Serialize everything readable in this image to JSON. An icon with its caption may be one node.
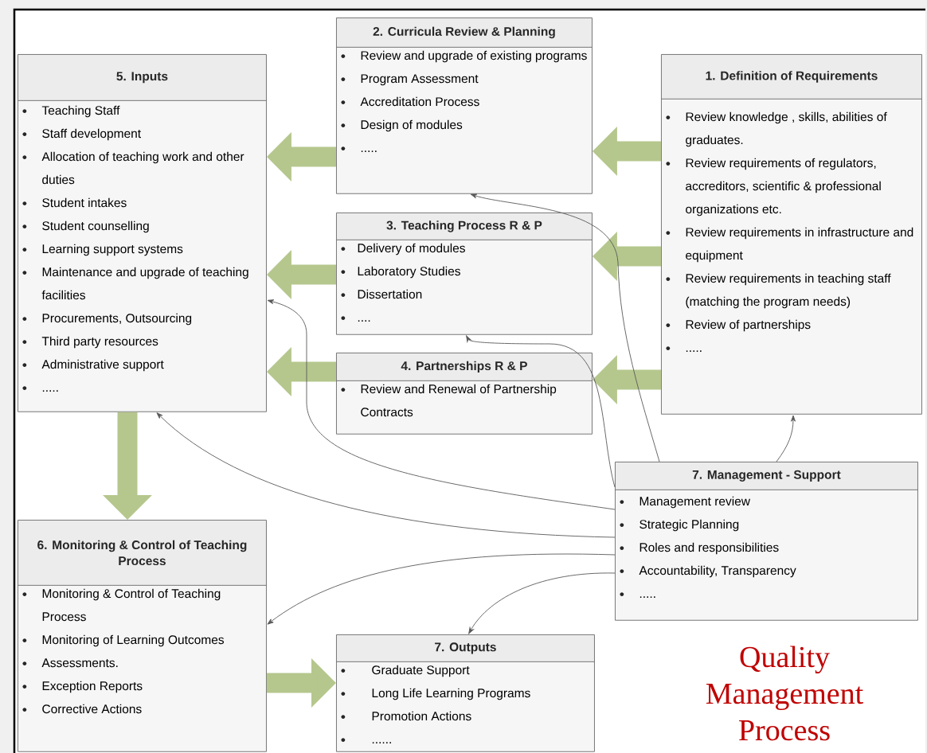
{
  "diagram": {
    "title": "Quality Management Process",
    "nodes": [
      {
        "text": [
          "5. Inputs",
          "Teaching Staff",
          "Staff development",
          "Allocation of teaching work and other duties",
          "Student intakes",
          "Student counselling",
          "Learning support systems",
          "Maintenance and upgrade of teaching facilities",
          "Procurements, Outsourcing",
          "Third party resources",
          "Administrative support",
          "....."
        ]
      },
      {
        "text": [
          "2. Curricula Review & Planning",
          "Review and upgrade of existing programs",
          "Program Assessment",
          "Accreditation Process",
          "Design of modules",
          "....."
        ]
      },
      {
        "text": [
          "1. Definition of Requirements",
          "Review knowledge , skills, abilities of graduates.",
          "Review requirements of regulators, accreditors, scientific & professional organizations etc.",
          "Review requirements in infrastructure and equipment",
          "Review requirements in teaching staff (matching the program needs)",
          "Review of partnerships",
          "....."
        ]
      },
      {
        "text": [
          "3. Teaching Process R & P",
          "Delivery of modules",
          "Laboratory Studies",
          "Dissertation",
          "...."
        ]
      },
      {
        "text": [
          "4. Partnerships R & P",
          "Review and Renewal of Partnership Contracts"
        ]
      },
      {
        "text": [
          "7. Management - Support",
          "Management review",
          "Strategic Planning",
          "Roles and responsibilities",
          "Accountability, Transparency",
          "....."
        ]
      },
      {
        "text": [
          "6. Monitoring & Control of Teaching Process",
          "Monitoring & Control of Teaching Process",
          "Monitoring of Learning Outcomes",
          "Assessments.",
          "Exception Reports",
          "Corrective Actions"
        ]
      },
      {
        "text": [
          "7. Outputs",
          "Graduate Support",
          "Long Life Learning Programs",
          "Promotion Actions",
          "......"
        ]
      }
    ],
    "edges": [
      {
        "from": 2,
        "to": 1,
        "arrow": "to"
      },
      {
        "from": 2,
        "to": 3,
        "arrow": "to"
      },
      {
        "from": 2,
        "to": 4,
        "arrow": "to"
      },
      {
        "from": 1,
        "to": 0,
        "arrow": "to"
      },
      {
        "from": 3,
        "to": 0,
        "arrow": "to"
      },
      {
        "from": 4,
        "to": 0,
        "arrow": "to"
      },
      {
        "from": 0,
        "to": 6,
        "arrow": "to"
      },
      {
        "from": 6,
        "to": 7,
        "arrow": "to"
      },
      {
        "from": 5,
        "to": 1,
        "arrow": "to",
        "color": "#595959"
      },
      {
        "from": 5,
        "to": 3,
        "arrow": "to",
        "color": "#595959"
      },
      {
        "from": 5,
        "to": 0,
        "arrow": "to",
        "color": "#595959"
      },
      {
        "from": 5,
        "to": 0,
        "arrow": "to",
        "color": "#595959"
      },
      {
        "from": 5,
        "to": 6,
        "arrow": "to",
        "color": "#595959"
      },
      {
        "from": 5,
        "to": 7,
        "arrow": "to",
        "color": "#595959"
      },
      {
        "from": 5,
        "to": 2,
        "arrow": "to",
        "color": "#595959"
      }
    ]
  }
}
